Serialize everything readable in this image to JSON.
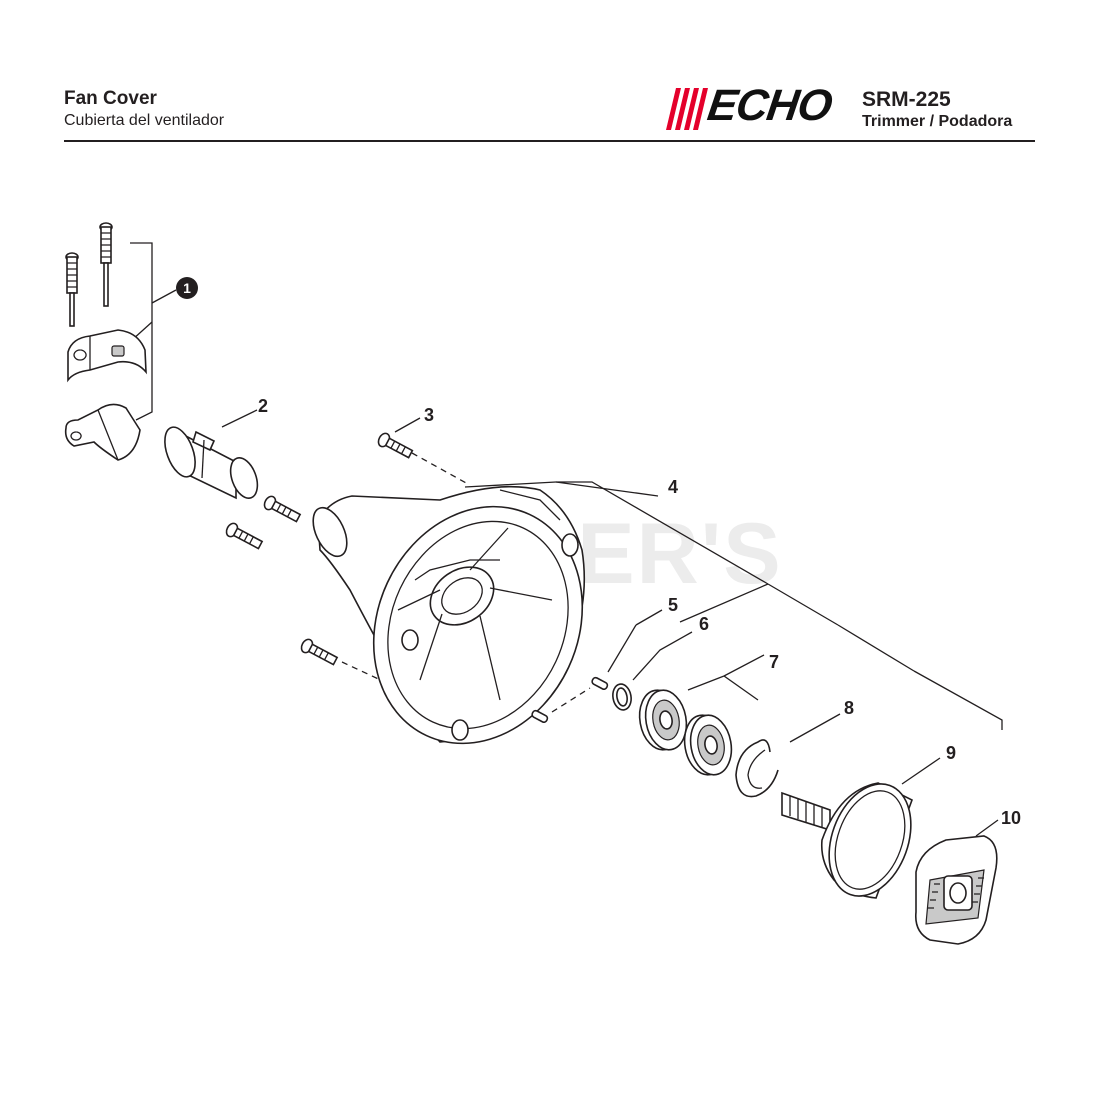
{
  "header": {
    "title": "Fan Cover",
    "subtitle": "Cubierta del ventilador",
    "brand": "ECHO",
    "model": "SRM-225",
    "kind": "Trimmer / Podadora"
  },
  "watermark": "CUTLER'S",
  "callouts": [
    "1",
    "2",
    "3",
    "4",
    "5",
    "6",
    "7",
    "8",
    "9",
    "10"
  ],
  "colors": {
    "brand": "#e4002b",
    "ink": "#231f20"
  }
}
